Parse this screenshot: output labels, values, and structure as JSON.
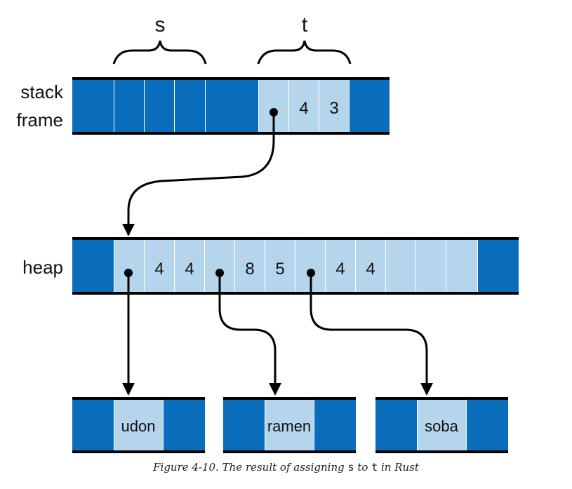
{
  "labels": {
    "s": "s",
    "t": "t",
    "stack_line1": "stack",
    "stack_line2": "frame",
    "heap": "heap"
  },
  "stack_values": [
    "4",
    "3"
  ],
  "heap_values": [
    "4",
    "4",
    "8",
    "5",
    "4",
    "4"
  ],
  "strings": [
    "udon",
    "ramen",
    "soba"
  ],
  "caption": {
    "prefix": "Figure 4-10. The result of assigning ",
    "var1": "s",
    "middle": " to ",
    "var2": "t",
    "suffix": " in Rust"
  }
}
